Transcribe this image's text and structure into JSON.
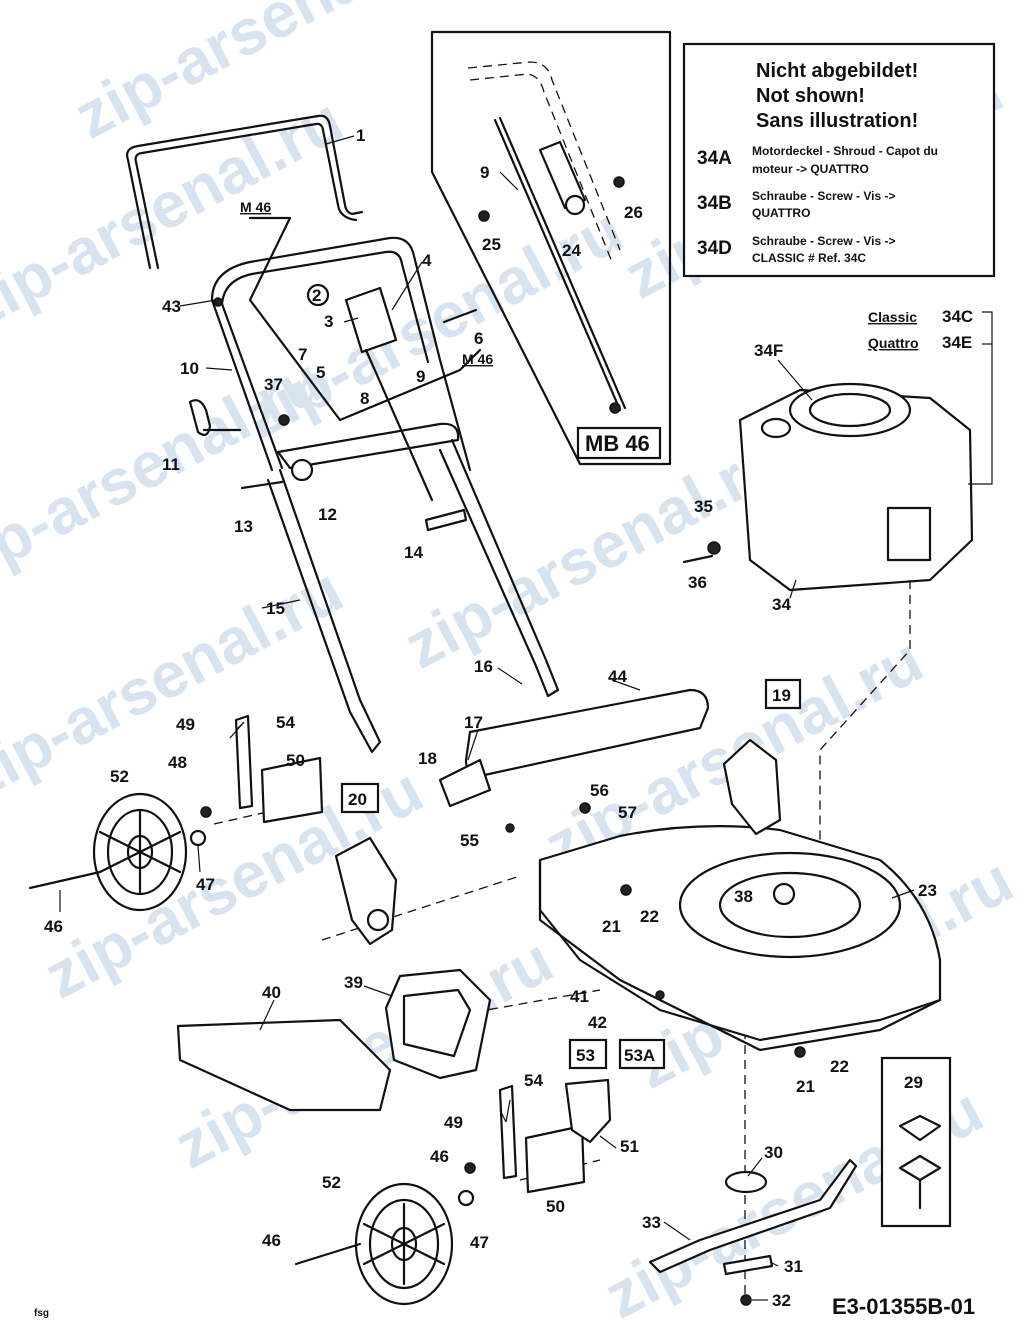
{
  "watermark": "zip-arsenal.ru",
  "note_box": {
    "line1": "Nicht abgebildet!",
    "line2": "Not shown!",
    "line3": "Sans illustration!",
    "items": [
      {
        "code": "34A",
        "text1": "Motordeckel - Shroud - Capot du",
        "text2": "moteur -> QUATTRO"
      },
      {
        "code": "34B",
        "text1": "Schraube - Screw - Vis ->",
        "text2": "QUATTRO"
      },
      {
        "code": "34D",
        "text1": "Schraube - Screw - Vis ->",
        "text2": "CLASSIC # Ref. 34C"
      }
    ]
  },
  "inset_label": "MB 46",
  "engine_variants": {
    "classic_label": "Classic",
    "classic_code": "34C",
    "quattro_label": "Quattro",
    "quattro_code": "34E"
  },
  "m46_a": "M 46",
  "m46_b": "M 46",
  "boxed_labels": {
    "b19": "19",
    "b20": "20",
    "b53": "53",
    "b53a": "53A",
    "b29": "29"
  },
  "circled_label": "2",
  "part_labels": {
    "p1": "1",
    "p3": "3",
    "p4": "4",
    "p5": "5",
    "p6": "6",
    "p7": "7",
    "p8": "8",
    "p9a": "9",
    "p9b": "9",
    "p10": "10",
    "p11": "11",
    "p12": "12",
    "p13": "13",
    "p14": "14",
    "p15": "15",
    "p16": "16",
    "p17": "17",
    "p18": "18",
    "p21a": "21",
    "p21b": "21",
    "p22a": "22",
    "p22b": "22",
    "p23": "23",
    "p24": "24",
    "p25": "25",
    "p26": "26",
    "p30": "30",
    "p31": "31",
    "p32": "32",
    "p33": "33",
    "p34": "34",
    "p34f": "34F",
    "p35": "35",
    "p36": "36",
    "p37": "37",
    "p38": "38",
    "p39": "39",
    "p40": "40",
    "p41": "41",
    "p42": "42",
    "p43": "43",
    "p44": "44",
    "p46a": "46",
    "p46b": "46",
    "p46c": "46",
    "p47a": "47",
    "p47b": "47",
    "p48": "48",
    "p49a": "49",
    "p49b": "49",
    "p50a": "50",
    "p50b": "50",
    "p51": "51",
    "p52a": "52",
    "p52b": "52",
    "p54a": "54",
    "p54b": "54",
    "p55": "55",
    "p56": "56",
    "p57": "57"
  },
  "footer_code": "E3-01355B-01",
  "footer_small": "fsg"
}
